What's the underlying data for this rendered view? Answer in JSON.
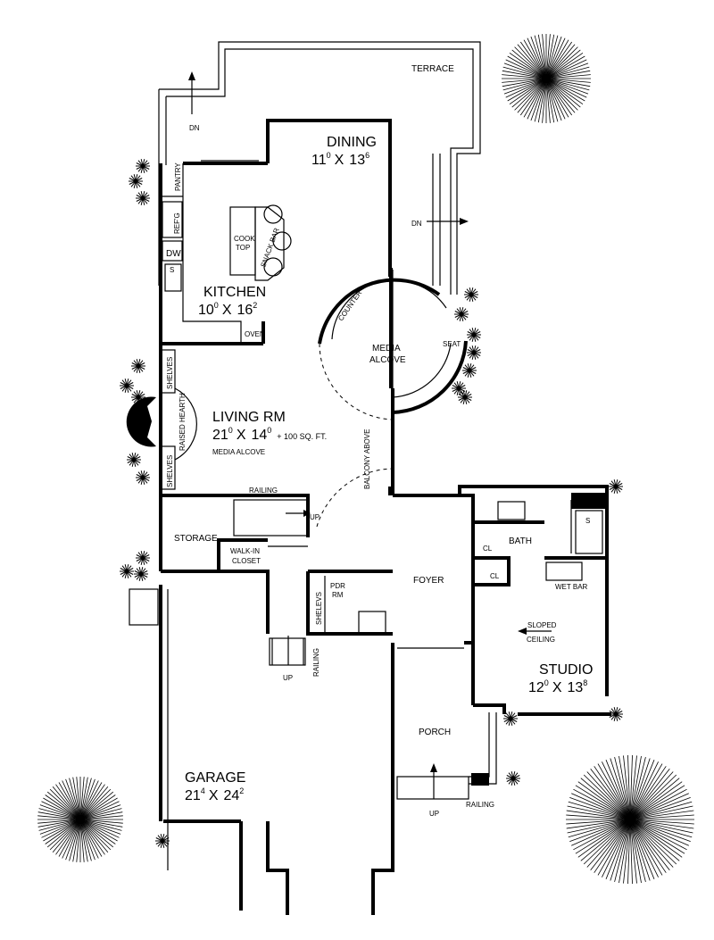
{
  "plan": {
    "terrace": "TERRACE",
    "dn1": "DN",
    "dn2": "DN",
    "dining": {
      "name": "DINING",
      "w": "11",
      "wsup": "0",
      "x": "X",
      "d": "13",
      "dsup": "6"
    },
    "pantry": "PANTRY",
    "refg": "REF'G",
    "dw": "DW",
    "sink": "S",
    "cooktop_1": "COOK",
    "cooktop_2": "TOP",
    "snackbar": "SNACK BAR",
    "kitchen": {
      "name": "KITCHEN",
      "w": "10",
      "wsup": "0",
      "x": "X",
      "d": "16",
      "dsup": "2"
    },
    "oven": "OVEN",
    "counter": "COUNTER",
    "media_1": "MEDIA",
    "media_2": "ALCOVE",
    "seat": "SEAT",
    "shelves_1": "SHELVES",
    "shelves_2": "SHELVES",
    "hearth": "RAISED HEARTH",
    "living": {
      "name": "LIVING RM",
      "w": "21",
      "wsup": "0",
      "x": "X",
      "d": "14",
      "dsup": "0",
      "extra": "+ 100 SQ. FT.",
      "extra2": "MEDIA ALCOVE"
    },
    "balcony": "BALCONY ABOVE",
    "railing1": "RAILING",
    "up1": "UP",
    "storage": "STORAGE",
    "walkin_1": "WALK-IN",
    "walkin_2": "CLOSET",
    "pdr_1": "PDR",
    "pdr_2": "RM",
    "shelevs": "SHELEVS",
    "foyer": "FOYER",
    "cl1": "CL",
    "cl2": "CL",
    "bath": "BATH",
    "shower": "S",
    "wetbar": "WET BAR",
    "sloped_1": "SLOPED",
    "sloped_2": "CEILING",
    "studio": {
      "name": "STUDIO",
      "w": "12",
      "wsup": "0",
      "x": "X",
      "d": "13",
      "dsup": "8"
    },
    "up2": "UP",
    "railing2": "RAILING",
    "porch": "PORCH",
    "up3": "UP",
    "railing3": "RAILING",
    "garage": {
      "name": "GARAGE",
      "w": "21",
      "wsup": "4",
      "x": "X",
      "d": "24",
      "dsup": "2"
    }
  }
}
